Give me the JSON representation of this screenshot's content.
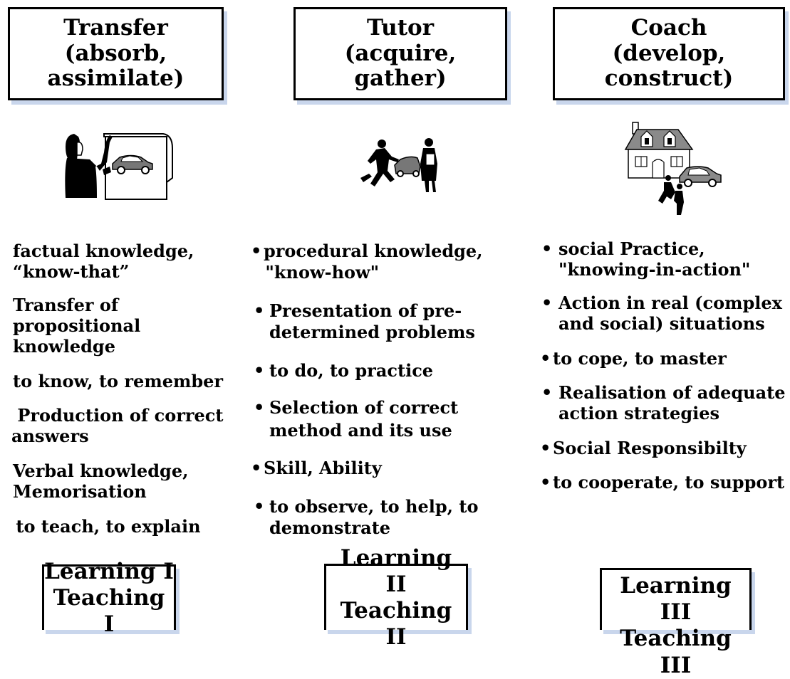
{
  "columns": [
    {
      "header": [
        "Transfer",
        "(absorb,",
        "assimilate)"
      ],
      "icon": "teacher-presenting-car-icon",
      "bullets": [
        [
          "factual knowledge,",
          "“know-that”"
        ],
        [
          "Transfer of",
          "propositional",
          "knowledge"
        ],
        [
          "to know, to remember"
        ],
        [
          " Production of correct",
          "answers"
        ],
        [
          "Verbal knowledge,",
          "Memorisation"
        ],
        [
          " to teach, to explain"
        ]
      ],
      "footer": [
        "Learning I",
        "Teaching I"
      ]
    },
    {
      "header": [
        "Tutor",
        "(acquire,",
        "gather)"
      ],
      "icon": "running-figure-and-tutor-icon",
      "bullets": [
        [
          "procedural knowledge,",
          " \"know-how\""
        ],
        [
          "Presentation of pre-",
          "determined problems"
        ],
        [
          "to do, to practice"
        ],
        [
          "Selection of correct",
          "method and its use"
        ],
        [
          "Skill, Ability"
        ],
        [
          "to observe, to help, to",
          "demonstrate"
        ]
      ],
      "footer": [
        "Learning II",
        "Teaching II"
      ]
    },
    {
      "header": [
        "Coach",
        "(develop,",
        "construct)"
      ],
      "icon": "house-with-car-and-people-icon",
      "bullets": [
        [
          "social Practice,",
          "\"knowing-in-action\""
        ],
        [
          "Action in real (complex",
          "and social) situations"
        ],
        [
          "to cope, to master"
        ],
        [
          "Realisation of adequate",
          "action strategies"
        ],
        [
          "Social Responsibilty"
        ],
        [
          "to cooperate, to support"
        ]
      ],
      "footer": [
        "Learning III",
        "Teaching III"
      ]
    }
  ]
}
